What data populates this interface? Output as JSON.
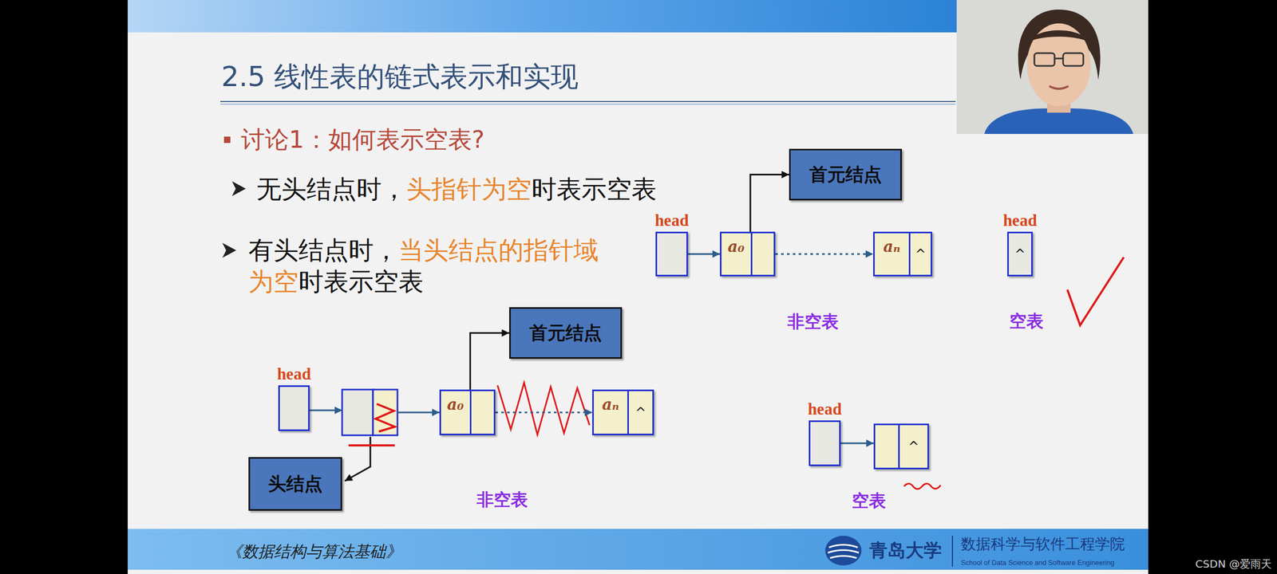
{
  "diagram": {
    "title": "2.5 线性表的链式表示和实现",
    "nodes": [
      {
        "text": [
          "首元结点"
        ]
      },
      {
        "text": [
          "head"
        ]
      },
      {
        "text": [
          "a₀"
        ]
      },
      {
        "text": [
          "aₙ",
          "^"
        ]
      },
      {
        "text": [
          "head",
          "^"
        ]
      },
      {
        "text": [
          "首元结点"
        ]
      },
      {
        "text": [
          "head"
        ]
      },
      {
        "text": [
          "a₀"
        ]
      },
      {
        "text": [
          "aₙ",
          "^"
        ]
      },
      {
        "text": [
          "头结点"
        ]
      },
      {
        "text": [
          "head"
        ]
      },
      {
        "text": [
          "^"
        ]
      }
    ],
    "edges": [
      {
        "from": 1,
        "to": 2,
        "arrow": "to"
      },
      {
        "from": 2,
        "to": 3,
        "arrow": "to"
      },
      {
        "from": 2,
        "to": 0,
        "arrow": "to"
      },
      {
        "from": 7,
        "to": 8,
        "arrow": "to"
      },
      {
        "from": 7,
        "to": 5,
        "arrow": "to"
      },
      {
        "from": 10,
        "to": 11,
        "arrow": "to"
      }
    ],
    "labels": [
      "讨论1：如何表示空表?",
      "无头结点时，",
      "头指针为空",
      "时表示空表",
      "有头结点时，",
      "当头结点的指针域为空",
      "时表示空表",
      "非空表",
      "空表",
      "非空表",
      "空表",
      "《数据结构与算法基础》",
      "青岛大学",
      "数据科学与软件工程学院",
      "School of Data Science and Software Engineering",
      "CSDN @爱雨天"
    ]
  }
}
